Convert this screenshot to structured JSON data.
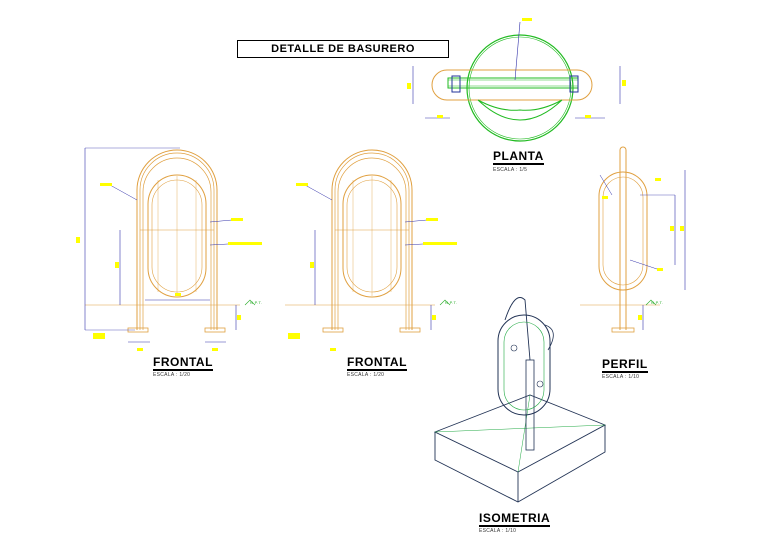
{
  "title": "DETALLE DE BASURERO",
  "views": {
    "planta": {
      "label": "PLANTA",
      "scale": "ESCALA : 1/5"
    },
    "frontal_1": {
      "label": "FRONTAL",
      "scale": "ESCALA : 1/20"
    },
    "frontal_2": {
      "label": "FRONTAL",
      "scale": "ESCALA : 1/20"
    },
    "perfil": {
      "label": "PERFIL",
      "scale": "ESCALA : 1/10"
    },
    "isometria": {
      "label": "ISOMETRIA",
      "scale": "ESCALA : 1/10"
    }
  },
  "level_marks": {
    "npt": "N.P.T."
  },
  "colors": {
    "dimension": "#3333aa",
    "frame": "#e0a040",
    "plan_green": "#22bb22",
    "iso_green": "#22aa44",
    "label_highlight": "#ffff00",
    "level_green": "#22aa22"
  }
}
